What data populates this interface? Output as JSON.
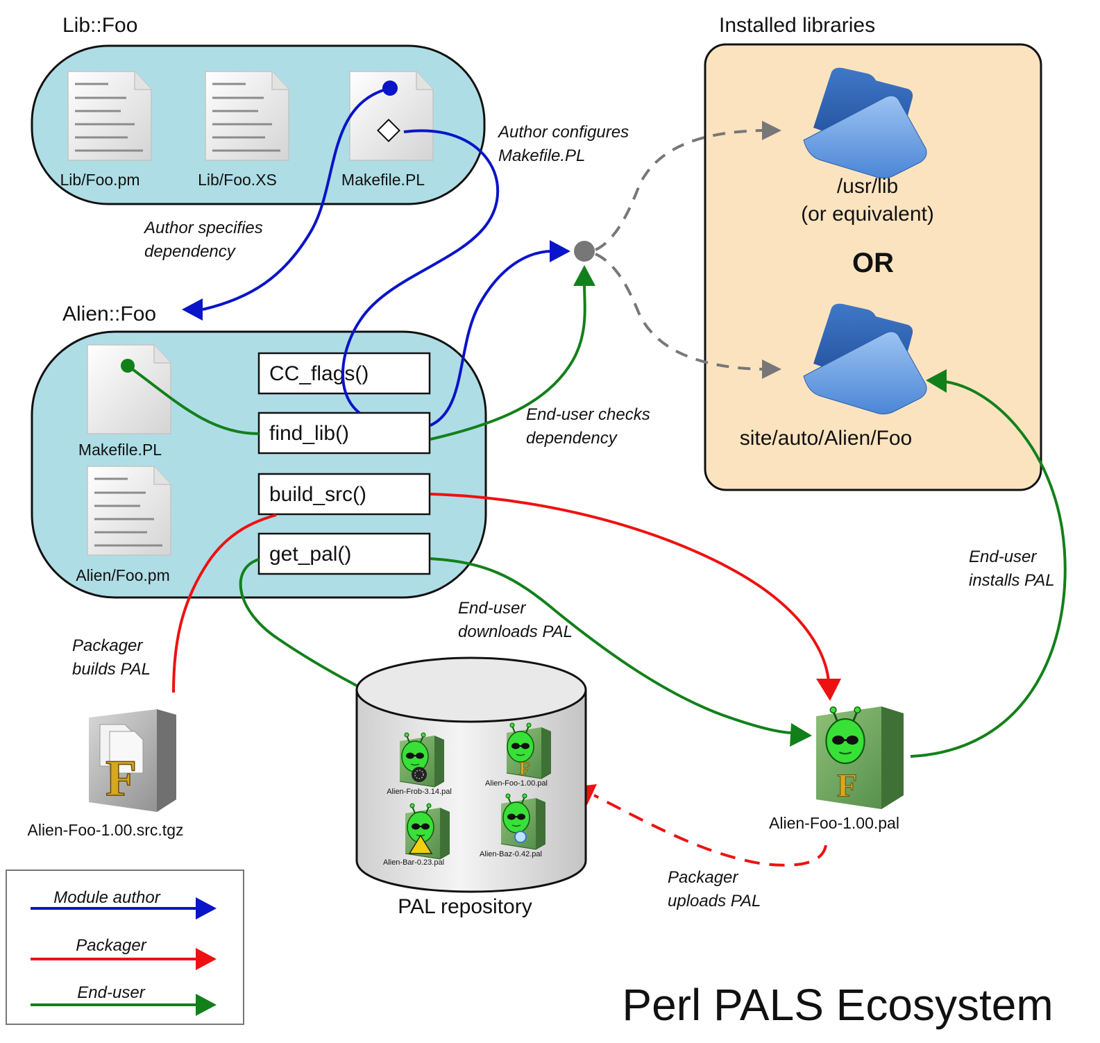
{
  "title": "Perl PALS Ecosystem",
  "colors": {
    "module_author": "#0a14c8",
    "packager": "#ee1111",
    "end_user": "#12801a",
    "neutral": "#777777",
    "lib_box_fill": "#afdde5",
    "installed_box_fill": "#fbe3c0"
  },
  "lib_foo": {
    "heading": "Lib::Foo",
    "files": [
      "Lib/Foo.pm",
      "Lib/Foo.XS",
      "Makefile.PL"
    ]
  },
  "alien_foo": {
    "heading": "Alien::Foo",
    "files": [
      "Makefile.PL",
      "Alien/Foo.pm"
    ],
    "functions": [
      "CC_flags()",
      "find_lib()",
      "build_src()",
      "get_pal()"
    ]
  },
  "installed": {
    "heading": "Installed libraries",
    "option1": "/usr/lib",
    "option1_note": "(or equivalent)",
    "or_label": "OR",
    "option2": "site/auto/Alien/Foo"
  },
  "annotations": {
    "author_configures_1": "Author configures",
    "author_configures_2": "Makefile.PL",
    "author_specifies_1": "Author specifies",
    "author_specifies_2": "dependency",
    "checks_1": "End-user checks",
    "checks_2": "dependency",
    "installs_1": "End-user",
    "installs_2": "installs PAL",
    "downloads_1": "End-user",
    "downloads_2": "downloads PAL",
    "builds_1": "Packager",
    "builds_2": "builds PAL",
    "uploads_1": "Packager",
    "uploads_2": "uploads PAL"
  },
  "source_tarball": "Alien-Foo-1.00.src.tgz",
  "repository": {
    "label": "PAL repository",
    "packages": [
      "Alien-Frob-3.14.pal",
      "Alien-Foo-1.00.pal",
      "Alien-Bar-0.23.pal",
      "Alien-Baz-0.42.pal"
    ]
  },
  "built_pal": "Alien-Foo-1.00.pal",
  "legend": [
    "Module author",
    "Packager",
    "End-user"
  ],
  "icons": [
    "document-icon",
    "folder-icon",
    "package-icon",
    "source-archive-icon",
    "database-icon",
    "alien-face-icon"
  ]
}
